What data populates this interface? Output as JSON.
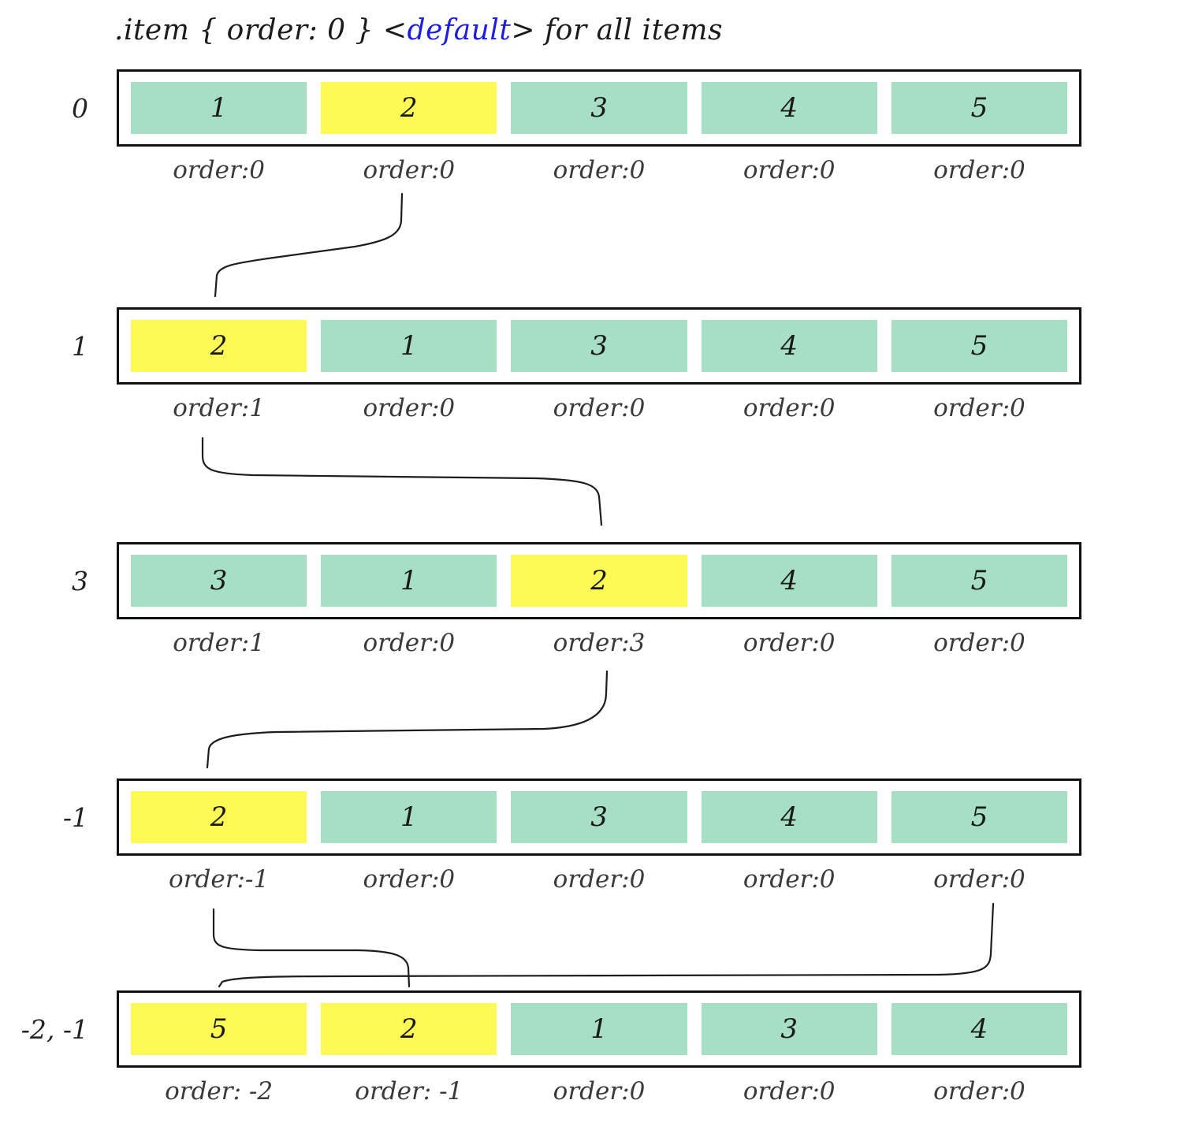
{
  "title": {
    "prefix": ".item { order: 0 } ",
    "lt": "<",
    "highlight": "default",
    "gt": ">",
    "suffix": " for all items"
  },
  "colors": {
    "green": "#a6dfc4",
    "yellow": "#fdfa55",
    "highlight_blue": "#1d1de0",
    "container_border": "#111111",
    "connector": "#1d1d1d"
  },
  "rows": [
    {
      "label": "0",
      "items": [
        {
          "text": "1",
          "color": "green"
        },
        {
          "text": "2",
          "color": "yellow"
        },
        {
          "text": "3",
          "color": "green"
        },
        {
          "text": "4",
          "color": "green"
        },
        {
          "text": "5",
          "color": "green"
        }
      ],
      "orders": [
        "order:0",
        "order:0",
        "order:0",
        "order:0",
        "order:0"
      ]
    },
    {
      "label": "1",
      "items": [
        {
          "text": "2",
          "color": "yellow"
        },
        {
          "text": "1",
          "color": "green"
        },
        {
          "text": "3",
          "color": "green"
        },
        {
          "text": "4",
          "color": "green"
        },
        {
          "text": "5",
          "color": "green"
        }
      ],
      "orders": [
        "order:1",
        "order:0",
        "order:0",
        "order:0",
        "order:0"
      ]
    },
    {
      "label": "3",
      "items": [
        {
          "text": "3",
          "color": "green"
        },
        {
          "text": "1",
          "color": "green"
        },
        {
          "text": "2",
          "color": "yellow"
        },
        {
          "text": "4",
          "color": "green"
        },
        {
          "text": "5",
          "color": "green"
        }
      ],
      "orders": [
        "order:1",
        "order:0",
        "order:3",
        "order:0",
        "order:0"
      ]
    },
    {
      "label": "-1",
      "items": [
        {
          "text": "2",
          "color": "yellow"
        },
        {
          "text": "1",
          "color": "green"
        },
        {
          "text": "3",
          "color": "green"
        },
        {
          "text": "4",
          "color": "green"
        },
        {
          "text": "5",
          "color": "green"
        }
      ],
      "orders": [
        "order:-1",
        "order:0",
        "order:0",
        "order:0",
        "order:0"
      ]
    },
    {
      "label": "-2, -1",
      "items": [
        {
          "text": "5",
          "color": "yellow"
        },
        {
          "text": "2",
          "color": "yellow"
        },
        {
          "text": "1",
          "color": "green"
        },
        {
          "text": "3",
          "color": "green"
        },
        {
          "text": "4",
          "color": "green"
        }
      ],
      "orders": [
        "order: -2",
        "order: -1",
        "order:0",
        "order:0",
        "order:0"
      ]
    }
  ]
}
